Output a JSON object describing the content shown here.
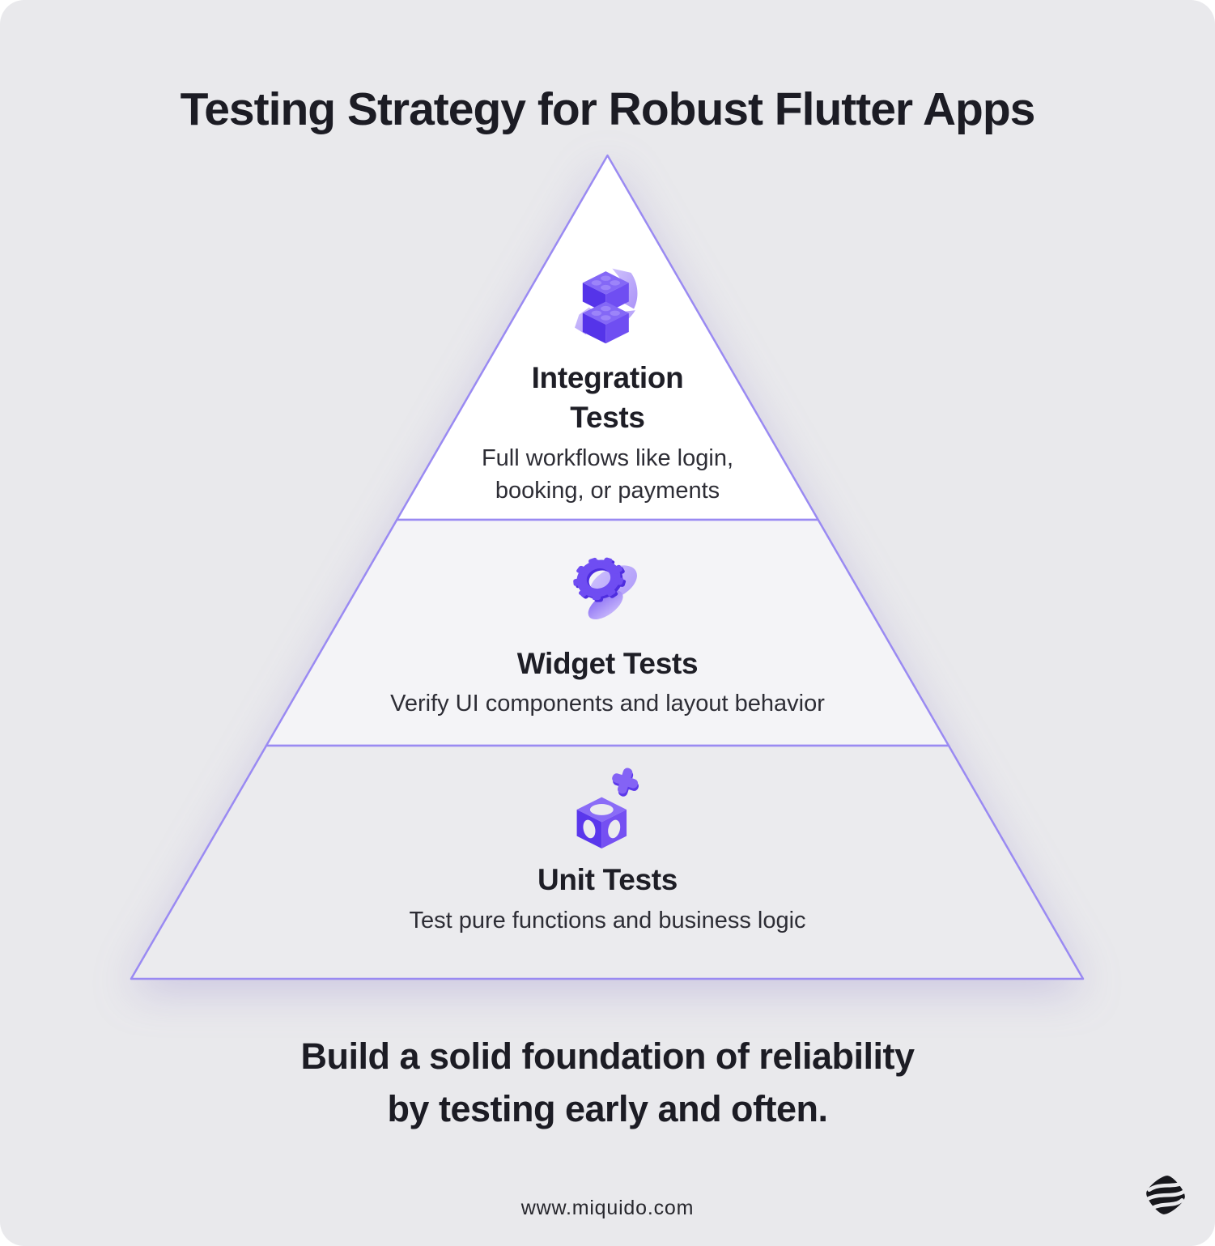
{
  "page": {
    "background_color": "#e9e9ec",
    "outside_color": "#ffffff",
    "accent_color": "#9a8af2",
    "heading_text_color": "#1e1e26",
    "body_text_color": "#2d2d35"
  },
  "header": {
    "title": "Testing Strategy for Robust Flutter Apps"
  },
  "pyramid": {
    "tiers": [
      {
        "name": "integration-tests",
        "icon": "integration-blocks-icon",
        "title_line1": "Integration",
        "title_line2": "Tests",
        "description_line1": "Full workflows like login,",
        "description_line2": "booking, or payments",
        "fill": "#ffffff"
      },
      {
        "name": "widget-tests",
        "icon": "widget-gear-icon",
        "title_line1": "Widget Tests",
        "description_line1": "Verify UI components and layout behavior",
        "fill": "#f4f4f7"
      },
      {
        "name": "unit-tests",
        "icon": "unit-cube-icon",
        "title_line1": "Unit Tests",
        "description_line1": "Test pure functions and business logic",
        "fill": "#ebebee"
      }
    ]
  },
  "footer": {
    "tagline_line1": "Build a solid foundation of reliability",
    "tagline_line2": "by testing early and often.",
    "website": "www.miquido.com",
    "logo": "miquido-logo"
  }
}
